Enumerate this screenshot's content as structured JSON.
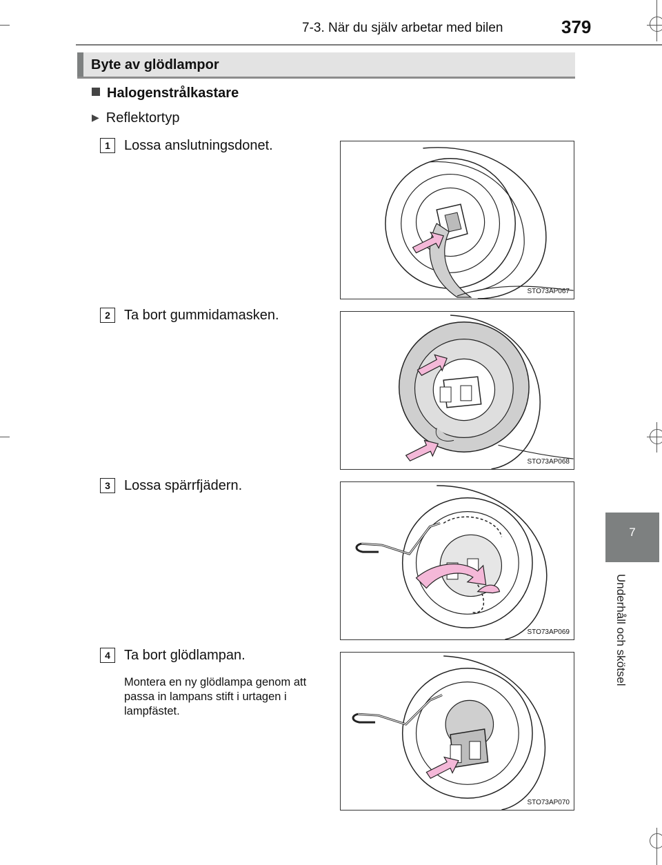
{
  "header": {
    "chapter_title": "7-3. När du själv arbetar med bilen",
    "page_number": "379"
  },
  "section": {
    "title": "Byte av glödlampor"
  },
  "subheading": "Halogenstrålkastare",
  "lamp_type": "Reflektortyp",
  "steps": [
    {
      "number": "1",
      "text": "Lossa anslutningsdonet.",
      "figure_code": "STO73AP067"
    },
    {
      "number": "2",
      "text": "Ta bort gummidamasken.",
      "figure_code": "STO73AP068"
    },
    {
      "number": "3",
      "text": "Lossa spärrfjädern.",
      "figure_code": "STO73AP069"
    },
    {
      "number": "4",
      "text": "Ta bort glödlampan.",
      "figure_code": "STO73AP070",
      "note": "Montera en ny glödlampa genom att passa in lampans stift i urtagen i lampfästet."
    }
  ],
  "side_tab": {
    "chapter_number": "7",
    "chapter_label": "Underhåll och skötsel"
  },
  "colors": {
    "tab_gray": "#7d8080",
    "highlight_pink": "#f4b8d8",
    "boot_gray": "#cfcfcf"
  },
  "icons": [
    "square-bullet-icon",
    "triangle-bullet-icon",
    "crop-mark-icon"
  ]
}
